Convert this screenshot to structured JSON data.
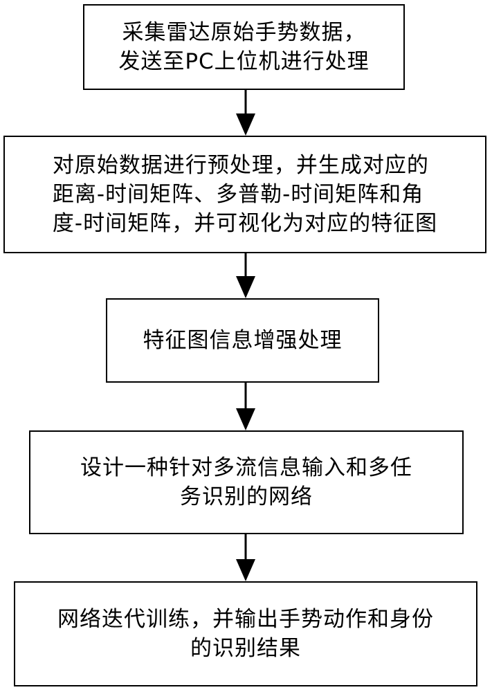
{
  "flowchart": {
    "steps": [
      {
        "lines": [
          "采集雷达原始手势数据，",
          "发送至PC上位机进行处理"
        ]
      },
      {
        "lines": [
          "对原始数据进行预处理，并生成对应的",
          "距离-时间矩阵、多普勒-时间矩阵和角",
          "度-时间矩阵，并可视化为对应的特征图"
        ]
      },
      {
        "lines": [
          "特征图信息增强处理"
        ]
      },
      {
        "lines": [
          "设计一种针对多流信息输入和多任",
          "务识别的网络"
        ]
      },
      {
        "lines": [
          "网络迭代训练，并输出手势动作和身份",
          "的识别结果"
        ]
      }
    ],
    "arrow_color": "#000000",
    "box_border_color": "#000000"
  }
}
